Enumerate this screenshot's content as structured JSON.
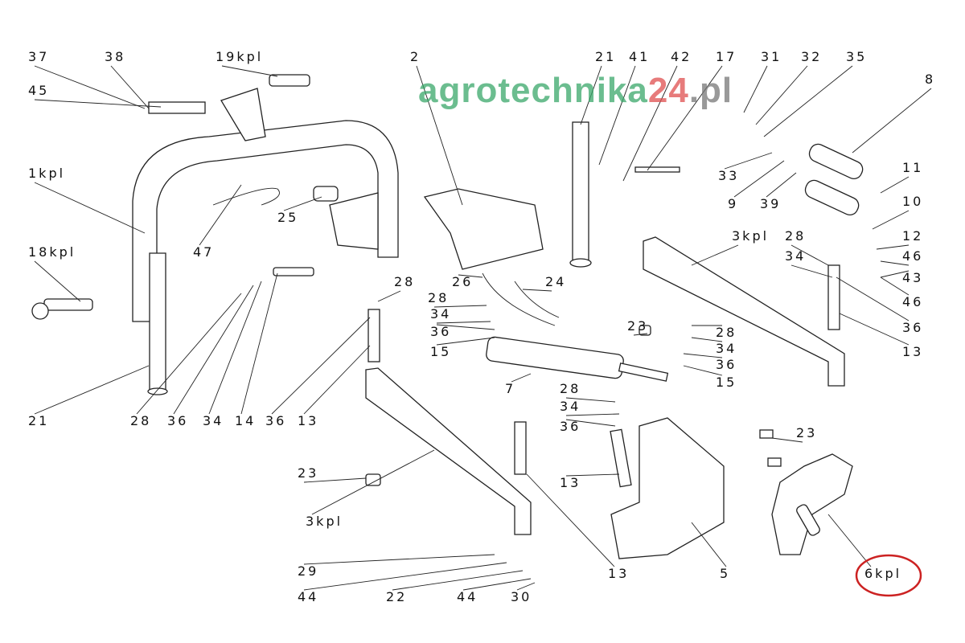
{
  "diagram": {
    "type": "exploded parts diagram",
    "labels": [
      "37",
      "38",
      "45",
      "19kpl",
      "2",
      "21",
      "41",
      "42",
      "17",
      "31",
      "32",
      "35",
      "8",
      "1kpl",
      "33",
      "9",
      "39",
      "11",
      "10",
      "25",
      "47",
      "3kpl",
      "28",
      "12",
      "18kpl",
      "34",
      "46",
      "26",
      "24",
      "28",
      "43",
      "28",
      "34",
      "46",
      "36",
      "15",
      "28",
      "34",
      "36",
      "36",
      "13",
      "7",
      "15",
      "28",
      "34",
      "36",
      "21",
      "28",
      "36",
      "34",
      "14",
      "36",
      "13",
      "23",
      "23",
      "13",
      "3kpl",
      "29",
      "13",
      "5",
      "6kpl",
      "44",
      "22",
      "44",
      "30",
      "23"
    ],
    "highlighted_label": "6kpl",
    "highlight_color": "#cc2222"
  },
  "watermark": {
    "part1": "agrotechnika",
    "part2": "24",
    "part3": ".pl",
    "color1": "#3aa86a",
    "color2": "#e05050",
    "color3": "#777777"
  }
}
